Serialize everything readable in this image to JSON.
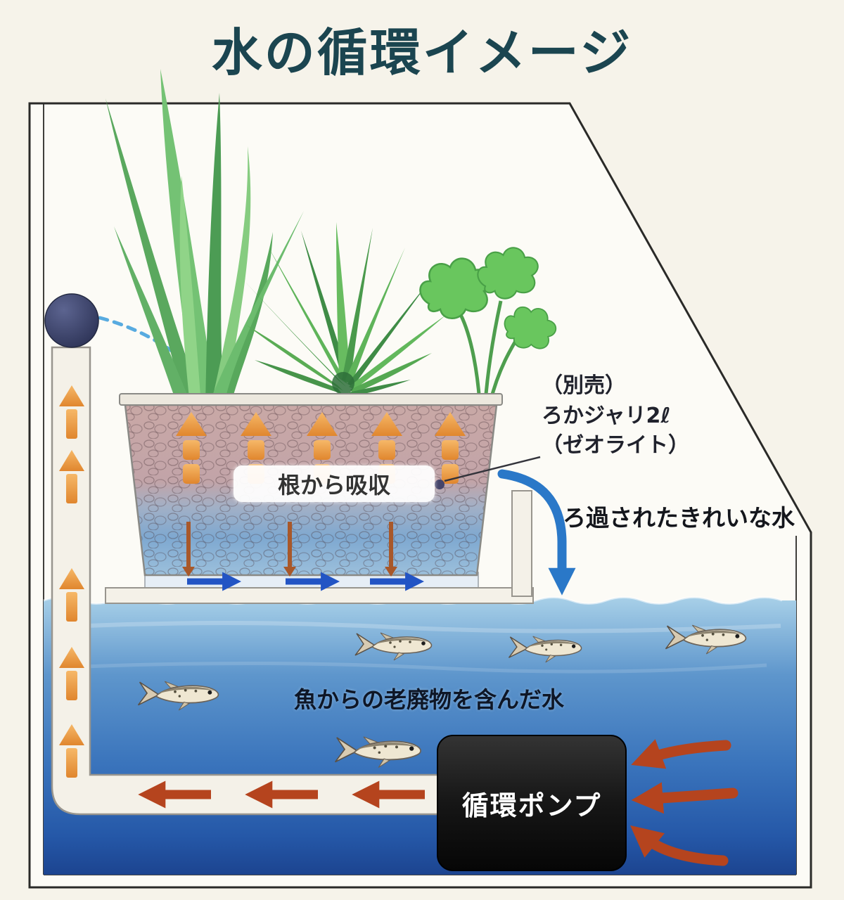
{
  "title": "水の循環イメージ",
  "planter": {
    "absorb_label": "根から吸収"
  },
  "side_note": {
    "line1": "（別売）",
    "line2": "ろかジャリ2ℓ",
    "line3": "（ゼオライト）"
  },
  "water": {
    "filtered_label": "ろ過されたきれいな水",
    "waste_label": "魚からの老廃物を含んだ水"
  },
  "pump": {
    "label": "循環ポンプ"
  },
  "colors": {
    "title_teal": "#1b4550",
    "water_top": "#a8d0e8",
    "water_deep": "#1c4490",
    "absorption_arrow_orange": "#e8913c",
    "flow_arrow_red": "#b5441e",
    "outflow_arrow_blue": "#2a78c8",
    "pump_black": "#111111",
    "gravel_pink": "#c4a4a6",
    "background_cream": "#f6f3ea"
  }
}
